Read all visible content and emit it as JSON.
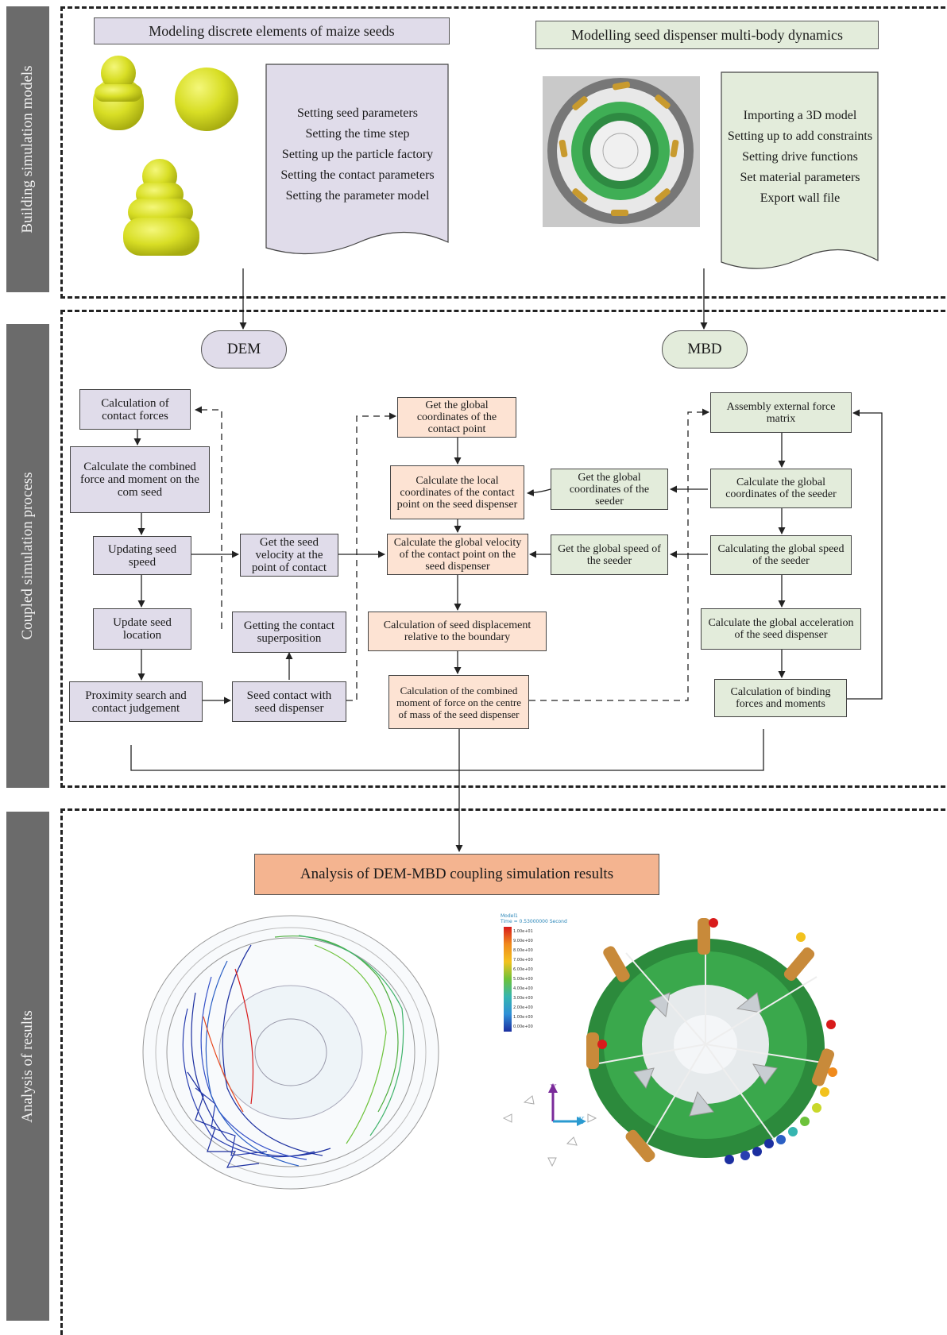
{
  "sections": {
    "building": "Building simulation models",
    "coupled": "Coupled simulation process",
    "analysis": "Analysis of results"
  },
  "dem_model": {
    "title": "Modeling discrete elements of maize seeds",
    "steps": [
      "Setting seed parameters",
      "Setting the time step",
      "Setting up the particle factory",
      "Setting the contact parameters",
      "Setting the parameter model"
    ]
  },
  "mbd_model": {
    "title": "Modelling seed dispenser multi-body dynamics",
    "steps": [
      "Importing a 3D model",
      "Setting up to add constraints",
      "Setting drive functions",
      "Set material parameters",
      "Export wall file"
    ]
  },
  "terminals": {
    "dem": "DEM",
    "mbd": "MBD"
  },
  "dem_flow": {
    "contact_forces": "Calculation of contact forces",
    "combined_force": "Calculate the combined force and moment on the com seed",
    "update_speed": "Updating seed speed",
    "update_location": "Update seed location",
    "proximity": "Proximity search and contact judgement",
    "seed_contact": "Seed contact with seed dispenser",
    "superposition": "Getting the contact superposition",
    "velocity_contact": "Get the seed velocity at the point of contact"
  },
  "coupling_flow": {
    "global_coords": "Get the global coordinates of the contact point",
    "local_coords": "Calculate the local coordinates of the contact point on the seed dispenser",
    "global_velocity": "Calculate the global velocity of the contact point on the seed dispenser",
    "displacement": "Calculation of seed displacement relative to the boundary",
    "combined_moment": "Calculation of the combined moment of force on the centre of mass of the seed dispenser"
  },
  "mbd_flow": {
    "get_global_coords": "Get the global coordinates of the seeder",
    "get_global_speed": "Get the global speed of the seeder",
    "assembly": "Assembly external force matrix",
    "calc_global_coords": "Calculate the global coordinates of the seeder",
    "calc_global_speed": "Calculating the global speed of the seeder",
    "calc_acceleration": "Calculate the global acceleration of the seed dispenser",
    "binding_forces": "Calculation of binding forces and moments"
  },
  "results": {
    "title": "Analysis of DEM-MBD coupling simulation results",
    "legend_title": "Model1",
    "legend_time": "Time = 0.53000000 Second",
    "legend_values": [
      "1.00e+01",
      "9.00e+00",
      "8.00e+00",
      "7.00e+00",
      "6.00e+00",
      "5.00e+00",
      "4.00e+00",
      "3.00e+00",
      "2.00e+00",
      "1.00e+00",
      "0.00e+00"
    ],
    "legend_colors": [
      "#d81b1b",
      "#e8451a",
      "#f08a1c",
      "#f2c21e",
      "#c9d82a",
      "#6cc23a",
      "#3fb36a",
      "#36b5b0",
      "#2f8fd6",
      "#2a5fc4",
      "#1c2fa0"
    ],
    "axis_y": "Y",
    "axis_x": "X"
  },
  "colors": {
    "purple": "#e0dcea",
    "green": "#e3ecdb",
    "orange": "#fde3d3",
    "result_orange": "#f4b490",
    "seed_yellow": "#d9df2a",
    "sidebar": "#6b6b6b"
  }
}
